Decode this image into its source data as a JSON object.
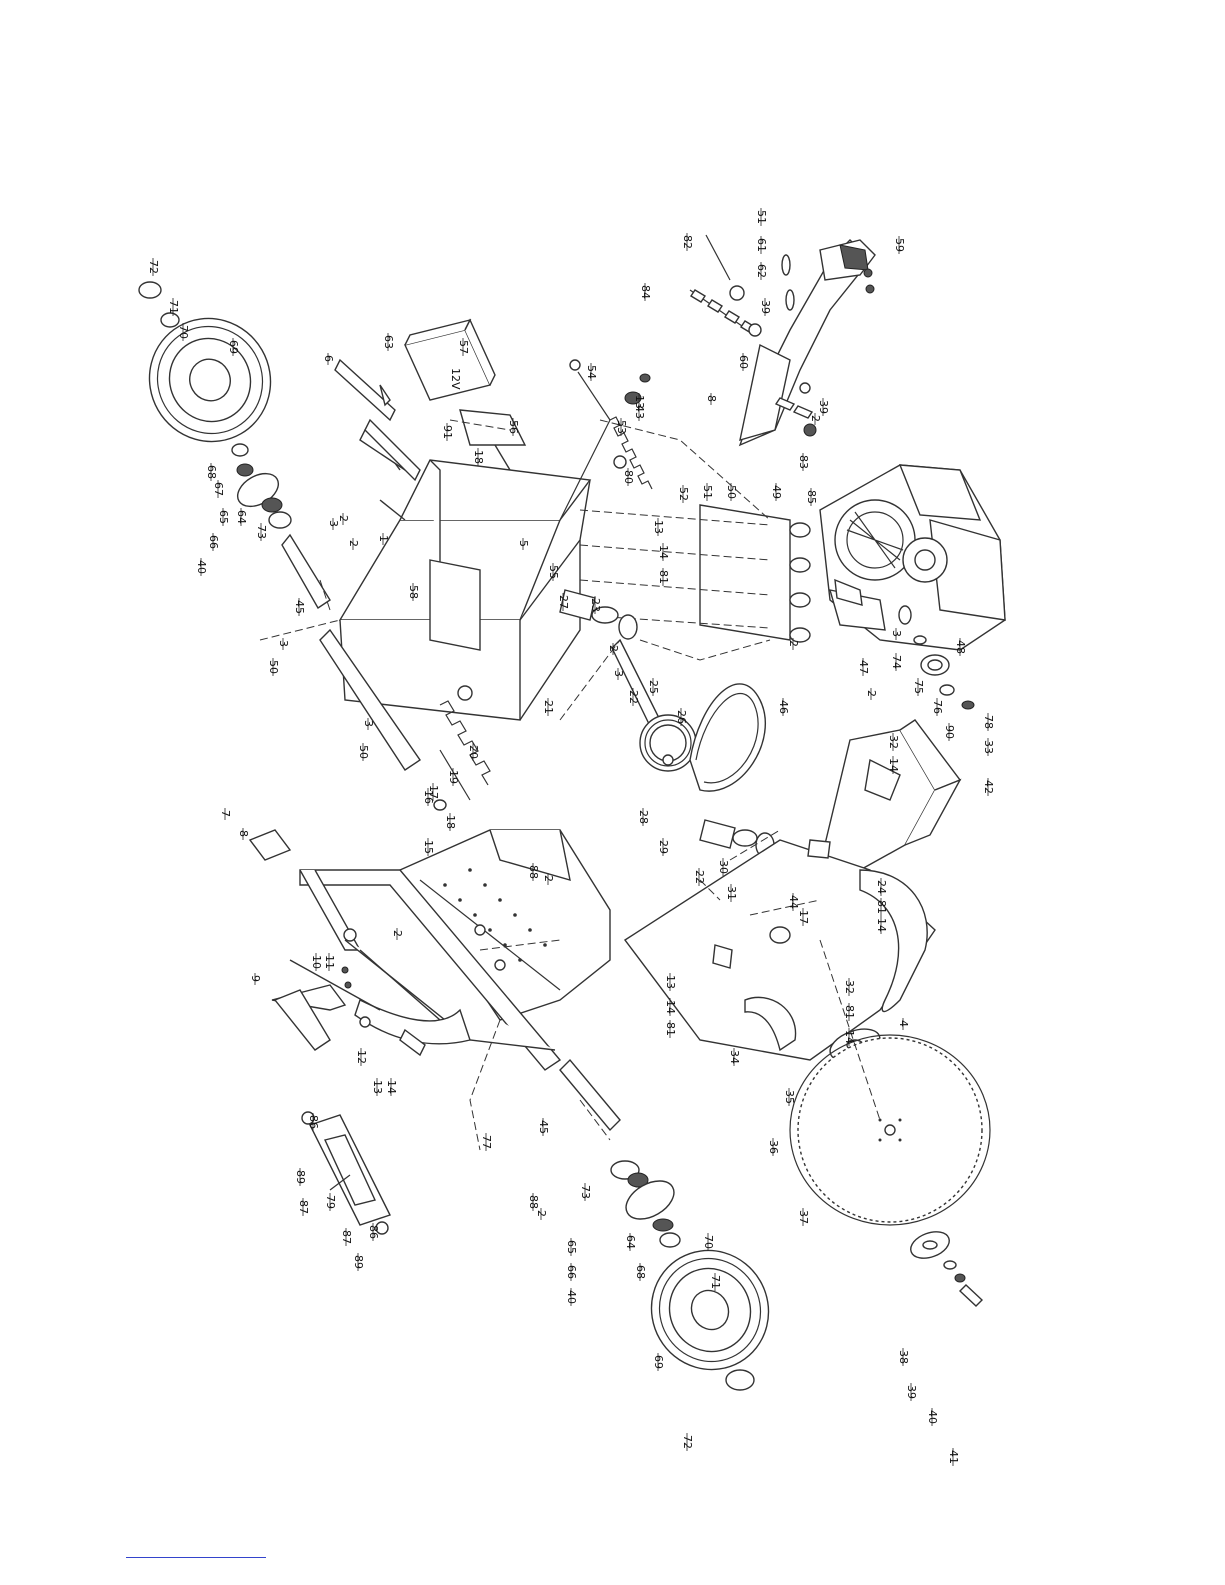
{
  "diagram": {
    "battery_label": "12V",
    "callouts": [
      {
        "id": "c72a",
        "text": "72"
      },
      {
        "id": "c71a",
        "text": "71"
      },
      {
        "id": "c70a",
        "text": "70"
      },
      {
        "id": "c69a",
        "text": "69"
      },
      {
        "id": "c68a",
        "text": "68"
      },
      {
        "id": "c67",
        "text": "67"
      },
      {
        "id": "c65a",
        "text": "65"
      },
      {
        "id": "c66a",
        "text": "66"
      },
      {
        "id": "c40a",
        "text": "40"
      },
      {
        "id": "c64a",
        "text": "64"
      },
      {
        "id": "c73a",
        "text": "73"
      },
      {
        "id": "c45a",
        "text": "45"
      },
      {
        "id": "c50a",
        "text": "50"
      },
      {
        "id": "c3a",
        "text": "3"
      },
      {
        "id": "c50b",
        "text": "50"
      },
      {
        "id": "c3b",
        "text": "3"
      },
      {
        "id": "c3c",
        "text": "3"
      },
      {
        "id": "c2a",
        "text": "2"
      },
      {
        "id": "c2b",
        "text": "2"
      },
      {
        "id": "c1",
        "text": "1"
      },
      {
        "id": "c58",
        "text": "58"
      },
      {
        "id": "c6",
        "text": "6"
      },
      {
        "id": "c63",
        "text": "63"
      },
      {
        "id": "c57",
        "text": "57"
      },
      {
        "id": "c91",
        "text": "91"
      },
      {
        "id": "c18a",
        "text": "18"
      },
      {
        "id": "c56",
        "text": "56"
      },
      {
        "id": "c54",
        "text": "54"
      },
      {
        "id": "c13a",
        "text": "13"
      },
      {
        "id": "c43",
        "text": "43"
      },
      {
        "id": "c53",
        "text": "53"
      },
      {
        "id": "c80",
        "text": "80"
      },
      {
        "id": "c82",
        "text": "82"
      },
      {
        "id": "c84",
        "text": "84"
      },
      {
        "id": "c51a",
        "text": "51"
      },
      {
        "id": "c61",
        "text": "61"
      },
      {
        "id": "c62",
        "text": "62"
      },
      {
        "id": "c59",
        "text": "59"
      },
      {
        "id": "c39a",
        "text": "39"
      },
      {
        "id": "c60",
        "text": "60"
      },
      {
        "id": "c8a",
        "text": "8"
      },
      {
        "id": "c39b",
        "text": "39"
      },
      {
        "id": "c2c",
        "text": "2"
      },
      {
        "id": "c83",
        "text": "83"
      },
      {
        "id": "c52",
        "text": "52"
      },
      {
        "id": "c51b",
        "text": "51"
      },
      {
        "id": "c50c",
        "text": "50"
      },
      {
        "id": "c49",
        "text": "49"
      },
      {
        "id": "c85",
        "text": "85"
      },
      {
        "id": "c13b",
        "text": "13"
      },
      {
        "id": "c14a",
        "text": "14"
      },
      {
        "id": "c81a",
        "text": "81"
      },
      {
        "id": "c5",
        "text": "5"
      },
      {
        "id": "c55",
        "text": "55"
      },
      {
        "id": "c27",
        "text": "27"
      },
      {
        "id": "c23",
        "text": "23"
      },
      {
        "id": "c21",
        "text": "21"
      },
      {
        "id": "c2d",
        "text": "2"
      },
      {
        "id": "c3d",
        "text": "3"
      },
      {
        "id": "c22a",
        "text": "22"
      },
      {
        "id": "c25",
        "text": "25"
      },
      {
        "id": "c26",
        "text": "26"
      },
      {
        "id": "c46",
        "text": "46"
      },
      {
        "id": "c2e",
        "text": "2"
      },
      {
        "id": "c47",
        "text": "47"
      },
      {
        "id": "c2f",
        "text": "2"
      },
      {
        "id": "c74",
        "text": "74"
      },
      {
        "id": "c3e",
        "text": "3"
      },
      {
        "id": "c75",
        "text": "75"
      },
      {
        "id": "c48",
        "text": "48"
      },
      {
        "id": "c76",
        "text": "76"
      },
      {
        "id": "c90",
        "text": "90"
      },
      {
        "id": "c78",
        "text": "78"
      },
      {
        "id": "c33",
        "text": "33"
      },
      {
        "id": "c32a",
        "text": "32"
      },
      {
        "id": "c14b",
        "text": "14"
      },
      {
        "id": "c42",
        "text": "42"
      },
      {
        "id": "c20",
        "text": "20"
      },
      {
        "id": "c19",
        "text": "19"
      },
      {
        "id": "c17a",
        "text": "17"
      },
      {
        "id": "c18b",
        "text": "18"
      },
      {
        "id": "c16",
        "text": "16"
      },
      {
        "id": "c15",
        "text": "15"
      },
      {
        "id": "c7",
        "text": "7"
      },
      {
        "id": "c8b",
        "text": "8"
      },
      {
        "id": "c88a",
        "text": "88"
      },
      {
        "id": "c2g",
        "text": "2"
      },
      {
        "id": "c28",
        "text": "28"
      },
      {
        "id": "c29",
        "text": "29"
      },
      {
        "id": "c30",
        "text": "30"
      },
      {
        "id": "c44",
        "text": "44"
      },
      {
        "id": "c17b",
        "text": "17"
      },
      {
        "id": "c22b",
        "text": "22"
      },
      {
        "id": "c31",
        "text": "31"
      },
      {
        "id": "c24",
        "text": "24"
      },
      {
        "id": "c81b",
        "text": "81"
      },
      {
        "id": "c14c",
        "text": "14"
      },
      {
        "id": "c10",
        "text": "10"
      },
      {
        "id": "c11",
        "text": "11"
      },
      {
        "id": "c9",
        "text": "9"
      },
      {
        "id": "c12",
        "text": "12"
      },
      {
        "id": "c13c",
        "text": "13"
      },
      {
        "id": "c14d",
        "text": "14"
      },
      {
        "id": "c2h",
        "text": "2"
      },
      {
        "id": "c13d",
        "text": "13"
      },
      {
        "id": "c14e",
        "text": "14"
      },
      {
        "id": "c81c",
        "text": "81"
      },
      {
        "id": "c34",
        "text": "34"
      },
      {
        "id": "c32b",
        "text": "32"
      },
      {
        "id": "c81d",
        "text": "81"
      },
      {
        "id": "c14f",
        "text": "14"
      },
      {
        "id": "c35",
        "text": "35"
      },
      {
        "id": "c4",
        "text": "4"
      },
      {
        "id": "c36",
        "text": "36"
      },
      {
        "id": "c37",
        "text": "37"
      },
      {
        "id": "c45b",
        "text": "45"
      },
      {
        "id": "c77",
        "text": "77"
      },
      {
        "id": "c88b",
        "text": "88"
      },
      {
        "id": "c2i",
        "text": "2"
      },
      {
        "id": "c86a",
        "text": "86"
      },
      {
        "id": "c89a",
        "text": "89"
      },
      {
        "id": "c87a",
        "text": "87"
      },
      {
        "id": "c79",
        "text": "79"
      },
      {
        "id": "c87b",
        "text": "87"
      },
      {
        "id": "c89b",
        "text": "89"
      },
      {
        "id": "c86b",
        "text": "86"
      },
      {
        "id": "c73b",
        "text": "73"
      },
      {
        "id": "c65b",
        "text": "65"
      },
      {
        "id": "c66b",
        "text": "66"
      },
      {
        "id": "c40b",
        "text": "40"
      },
      {
        "id": "c64b",
        "text": "64"
      },
      {
        "id": "c68b",
        "text": "68"
      },
      {
        "id": "c70b",
        "text": "70"
      },
      {
        "id": "c71b",
        "text": "71"
      },
      {
        "id": "c69b",
        "text": "69"
      },
      {
        "id": "c72b",
        "text": "72"
      },
      {
        "id": "c38",
        "text": "38"
      },
      {
        "id": "c39c",
        "text": "39"
      },
      {
        "id": "c40c",
        "text": "40"
      },
      {
        "id": "c41",
        "text": "41"
      }
    ]
  }
}
